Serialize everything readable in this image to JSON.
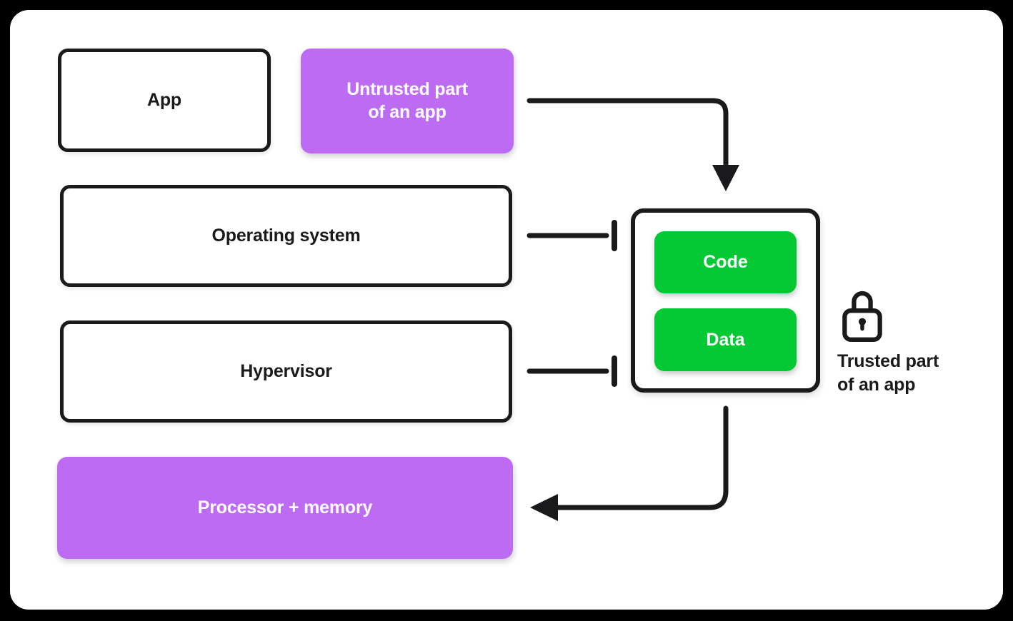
{
  "colors": {
    "page_bg": "#000000",
    "card_bg": "#ffffff",
    "stroke": "#1a1a1c",
    "purple": "#be6bf4",
    "green": "#04c935",
    "text_dark": "#1a1a1c",
    "text_light": "#ffffff"
  },
  "boxes": {
    "app": {
      "label": "App"
    },
    "untrusted": {
      "label": "Untrusted part\nof an app"
    },
    "operating_system": {
      "label": "Operating system"
    },
    "hypervisor": {
      "label": "Hypervisor"
    },
    "processor_memory": {
      "label": "Processor + memory"
    }
  },
  "trusted": {
    "code_label": "Code",
    "data_label": "Data",
    "caption": "Trusted part\nof an app",
    "icon": "lock-icon"
  },
  "connections": [
    {
      "from": "untrusted-part-of-an-app",
      "to": "trusted-part-of-an-app",
      "type": "arrow"
    },
    {
      "from": "operating-system",
      "to": "trusted-part-of-an-app",
      "type": "blocked"
    },
    {
      "from": "hypervisor",
      "to": "trusted-part-of-an-app",
      "type": "blocked"
    },
    {
      "from": "trusted-part-of-an-app",
      "to": "processor-memory",
      "type": "arrow"
    }
  ]
}
